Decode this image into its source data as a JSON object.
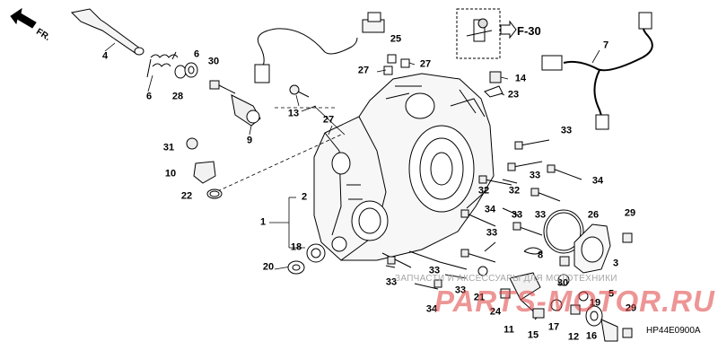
{
  "diagram": {
    "orientation_label": "FR.",
    "reference_label": "F-30",
    "watermark_text": "ЗАПЧАСТИ И АКСЕССУАРЫ ДЛЯ МОТОТЕХНИКИ",
    "watermark_brand": "PARTS-MOTOR.RU",
    "diagram_code": "HP44E0900A",
    "part_numbers": [
      "1",
      "2",
      "3",
      "4",
      "5",
      "6",
      "7",
      "8",
      "9",
      "10",
      "11",
      "12",
      "13",
      "14",
      "15",
      "16",
      "17",
      "18",
      "19",
      "20",
      "21",
      "22",
      "23",
      "24",
      "25",
      "26",
      "27",
      "28",
      "29",
      "30",
      "31",
      "32",
      "33",
      "34"
    ],
    "colors": {
      "ink": "#000000",
      "brand": "#e04040",
      "watermark": "#a6a6a6"
    }
  },
  "labels": [
    {
      "id": "l4",
      "text": "4"
    },
    {
      "id": "l6a",
      "text": "6"
    },
    {
      "id": "l6b",
      "text": "6"
    },
    {
      "id": "l28",
      "text": "28"
    },
    {
      "id": "l30a",
      "text": "30"
    },
    {
      "id": "l9",
      "text": "9"
    },
    {
      "id": "l13",
      "text": "13"
    },
    {
      "id": "l25",
      "text": "25"
    },
    {
      "id": "l27a",
      "text": "27"
    },
    {
      "id": "l27b",
      "text": "27"
    },
    {
      "id": "l27c",
      "text": "27"
    },
    {
      "id": "l7",
      "text": "7"
    },
    {
      "id": "l14",
      "text": "14"
    },
    {
      "id": "l23",
      "text": "23"
    },
    {
      "id": "l31",
      "text": "31"
    },
    {
      "id": "l10",
      "text": "10"
    },
    {
      "id": "l22",
      "text": "22"
    },
    {
      "id": "l2",
      "text": "2"
    },
    {
      "id": "l1",
      "text": "1"
    },
    {
      "id": "l18",
      "text": "18"
    },
    {
      "id": "l20",
      "text": "20"
    },
    {
      "id": "l33a",
      "text": "33"
    },
    {
      "id": "l33b",
      "text": "33"
    },
    {
      "id": "l34a",
      "text": "34"
    },
    {
      "id": "l32a",
      "text": "32"
    },
    {
      "id": "l32b",
      "text": "32"
    },
    {
      "id": "l34b",
      "text": "34"
    },
    {
      "id": "l33c",
      "text": "33"
    },
    {
      "id": "l33d",
      "text": "33"
    },
    {
      "id": "l26",
      "text": "26"
    },
    {
      "id": "l29a",
      "text": "29"
    },
    {
      "id": "l3",
      "text": "3"
    },
    {
      "id": "l33e",
      "text": "33"
    },
    {
      "id": "l8",
      "text": "8"
    },
    {
      "id": "l33f",
      "text": "33"
    },
    {
      "id": "l33g",
      "text": "33"
    },
    {
      "id": "l33h",
      "text": "33"
    },
    {
      "id": "l21",
      "text": "21"
    },
    {
      "id": "l30b",
      "text": "30"
    },
    {
      "id": "l5",
      "text": "5"
    },
    {
      "id": "l19",
      "text": "19"
    },
    {
      "id": "l34c",
      "text": "34"
    },
    {
      "id": "l24",
      "text": "24"
    },
    {
      "id": "l11",
      "text": "11"
    },
    {
      "id": "l15",
      "text": "15"
    },
    {
      "id": "l17",
      "text": "17"
    },
    {
      "id": "l12",
      "text": "12"
    },
    {
      "id": "l16",
      "text": "16"
    },
    {
      "id": "l29b",
      "text": "29"
    }
  ]
}
